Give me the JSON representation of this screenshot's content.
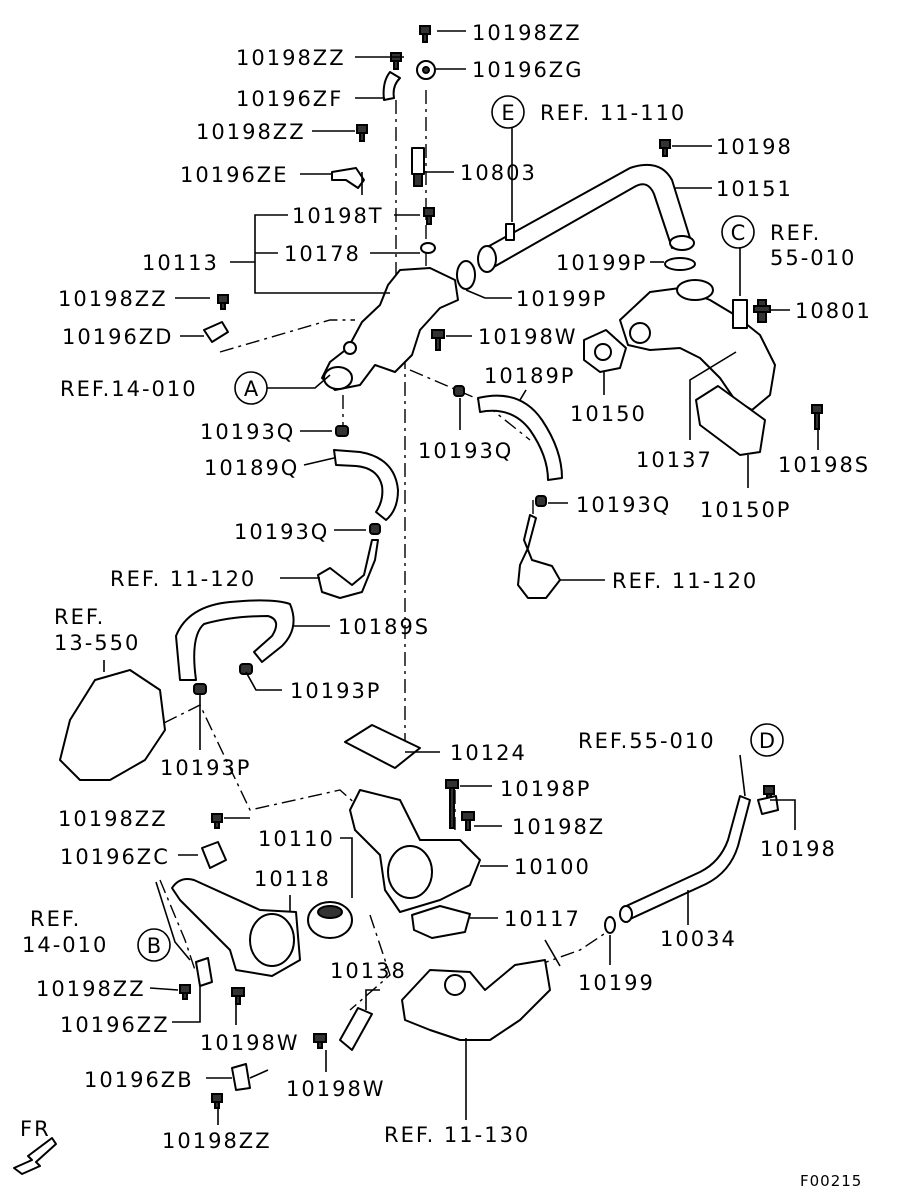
{
  "labels": {
    "p10198zz_top": "10198ZZ",
    "p10198zz_a": "10198ZZ",
    "p10196zg": "10196ZG",
    "p10196zf": "10196ZF",
    "ref_11_110": "REF. 11-110",
    "p10198zz_b": "10198ZZ",
    "p10198_top": "10198",
    "p10196ze": "10196ZE",
    "p10803": "10803",
    "p10151": "10151",
    "p10198t": "10198T",
    "ref_55_010_top": "REF.",
    "ref_55_010_top2": "55-010",
    "p10113": "10113",
    "p10178": "10178",
    "p10199p_a": "10199P",
    "p10198zz_c": "10198ZZ",
    "p10199p_b": "10199P",
    "p10801": "10801",
    "p10196zd": "10196ZD",
    "p10198w_a": "10198W",
    "ref_14_010_a": "REF.14-010",
    "p10189p": "10189P",
    "p10150": "10150",
    "p10193q_a": "10193Q",
    "p10193q_b": "10193Q",
    "p10137": "10137",
    "p10198s": "10198S",
    "p10189q": "10189Q",
    "p10193q_c": "10193Q",
    "p10150p": "10150P",
    "p10193q_d": "10193Q",
    "ref_11_120_a": "REF. 11-120",
    "ref_11_120_b": "REF. 11-120",
    "ref_13_550_a": "REF.",
    "ref_13_550_b": "13-550",
    "p10189s": "10189S",
    "p10193p_a": "10193P",
    "p10193p_b": "10193P",
    "p10124": "10124",
    "ref_55_010_b": "REF.55-010",
    "p10198p": "10198P",
    "p10198zz_d": "10198ZZ",
    "p10198z": "10198Z",
    "p10198_b": "10198",
    "p10110": "10110",
    "p10196zc": "10196ZC",
    "p10118": "10118",
    "p10100": "10100",
    "ref_14_010_b1": "REF.",
    "ref_14_010_b2": "14-010",
    "p10117": "10117",
    "p10034": "10034",
    "p10138": "10138",
    "p10198zz_e": "10198ZZ",
    "p10199": "10199",
    "p10196zz": "10196ZZ",
    "p10198w_b": "10198W",
    "p10196zb": "10196ZB",
    "p10198w_c": "10198W",
    "p10198zz_f": "10198ZZ",
    "ref_11_130": "REF. 11-130",
    "fr": "FR",
    "fig_code": "F00215"
  },
  "callouts": {
    "A": "A",
    "B": "B",
    "C": "C",
    "D": "D",
    "E": "E"
  }
}
